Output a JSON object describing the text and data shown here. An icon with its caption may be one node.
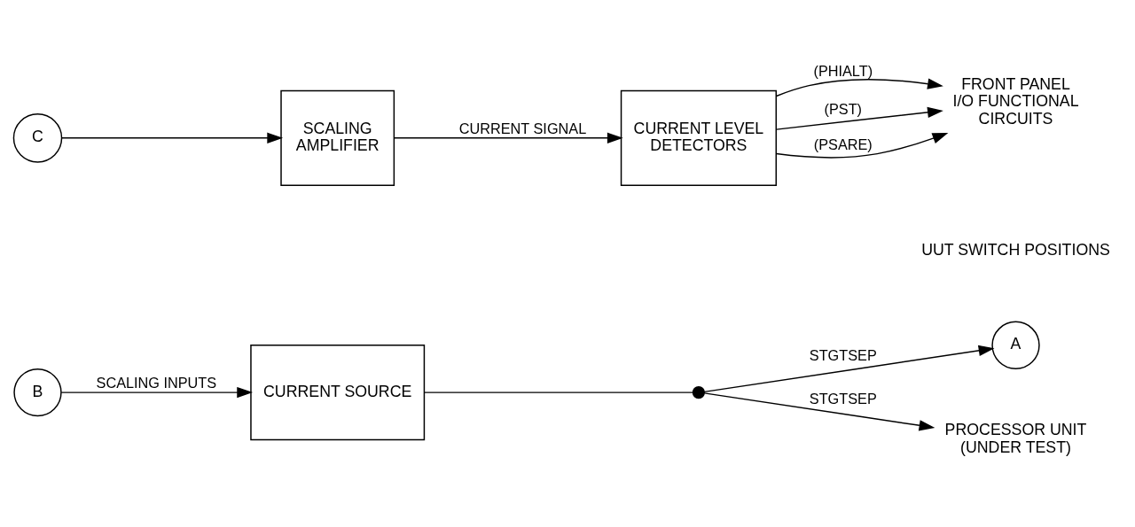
{
  "diagram": {
    "nodes": [
      {
        "text": [
          "A"
        ]
      },
      {
        "text": [
          "B"
        ]
      },
      {
        "text": [
          "CURRENT SOURCE"
        ]
      },
      {
        "text": [],
        "shape": "dot"
      },
      {
        "text": [
          "PROCESSOR UNIT (UNDER TEST)"
        ]
      },
      {
        "text": [
          "C"
        ]
      },
      {
        "text": [
          "SCALING AMPLIFIER"
        ]
      },
      {
        "text": [
          "CURRENT LEVEL DETECTORS"
        ]
      },
      {
        "text": [
          "FRONT PANEL I/O FUNCTIONAL CIRCUITS"
        ]
      }
    ],
    "edges": [
      {
        "from": 1,
        "to": 2,
        "arrow": "to",
        "label": "SCALING INPUTS"
      },
      {
        "from": 2,
        "to": 3,
        "arrow": "none"
      },
      {
        "from": 3,
        "to": 0,
        "arrow": "to",
        "label": "STGTSEP"
      },
      {
        "from": 3,
        "to": 4,
        "arrow": "to",
        "label": "STGTSEP"
      },
      {
        "from": 5,
        "to": 6,
        "arrow": "to"
      },
      {
        "from": 6,
        "to": 7,
        "arrow": "to",
        "label": "CURRENT SIGNAL"
      },
      {
        "from": 7,
        "to": 8,
        "arrow": "to",
        "label": "(PHIALT)"
      },
      {
        "from": 7,
        "to": 8,
        "arrow": "to",
        "label": "(PST)"
      },
      {
        "from": 7,
        "to": 8,
        "arrow": "to",
        "label": "(PSARE)"
      }
    ],
    "labels": [
      "UUT SWITCH POSITIONS"
    ]
  }
}
